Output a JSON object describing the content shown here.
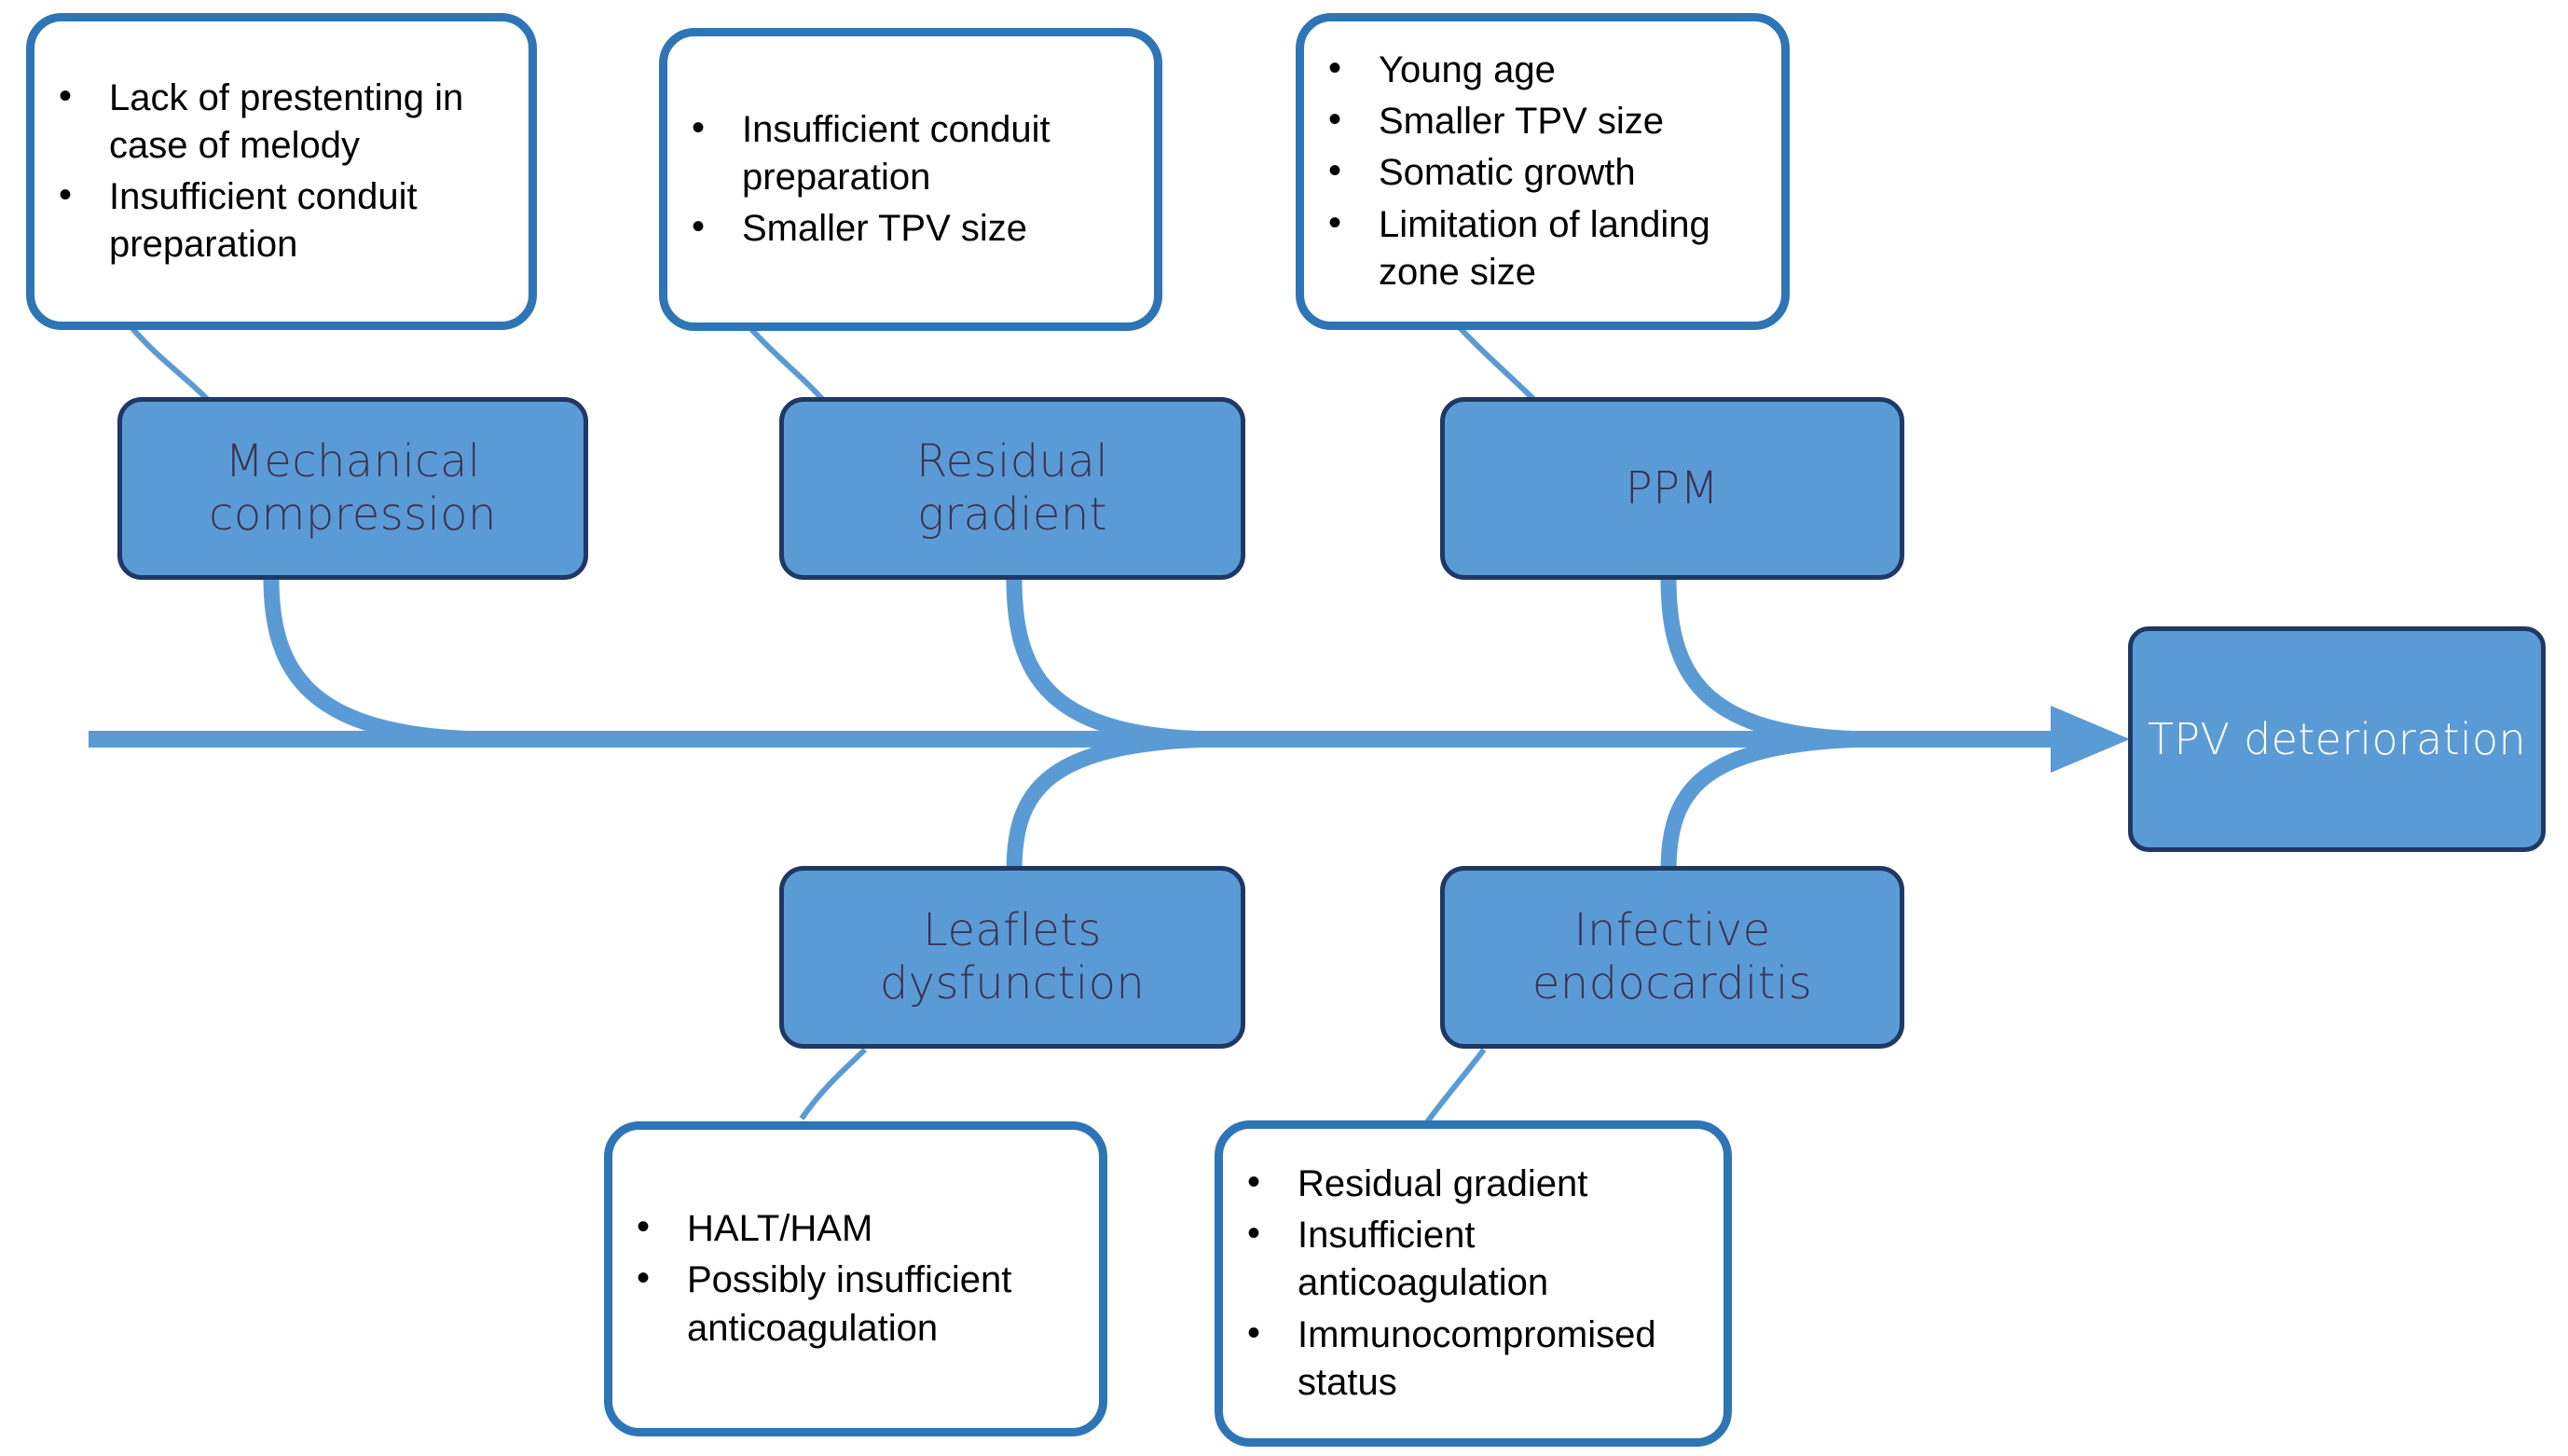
{
  "diagram": {
    "type": "fishbone-ishikawa",
    "title_text": "",
    "colors": {
      "box_fill": "#5B9BD5",
      "box_border": "#1F3864",
      "box_text": "#3B3355",
      "callout_border": "#2E75B6",
      "callout_fill": "#FFFFFF",
      "callout_text": "#000000",
      "spine": "#5B9BD5",
      "effect_text": "#FFFFFF",
      "background": "#FFFFFF"
    },
    "effect": {
      "label": "TPV deterioration"
    },
    "spine": {
      "orientation": "horizontal",
      "direction": "left-to-right",
      "arrowhead": "triangle-right"
    },
    "causes": [
      {
        "id": "mechanical-compression",
        "label": "Mechanical\ncompression",
        "position": "above-spine",
        "details": [
          "Lack of prestenting in case of melody",
          "Insufficient conduit preparation"
        ]
      },
      {
        "id": "residual-gradient",
        "label": "Residual\ngradient",
        "position": "above-spine",
        "details": [
          "Insufficient conduit preparation",
          "Smaller TPV size"
        ]
      },
      {
        "id": "ppm",
        "label": "PPM",
        "position": "above-spine",
        "details": [
          "Young age",
          "Smaller TPV size",
          "Somatic growth",
          "Limitation of landing zone size"
        ]
      },
      {
        "id": "leaflets-dysfunction",
        "label": "Leaflets\ndysfunction",
        "position": "below-spine",
        "details": [
          "HALT/HAM",
          "Possibly insufficient anticoagulation"
        ]
      },
      {
        "id": "infective-endocarditis",
        "label": "Infective\nendocarditis",
        "position": "below-spine",
        "details": [
          "Residual gradient",
          "Insufficient anticoagulation",
          "Immunocompromised status"
        ]
      }
    ]
  }
}
